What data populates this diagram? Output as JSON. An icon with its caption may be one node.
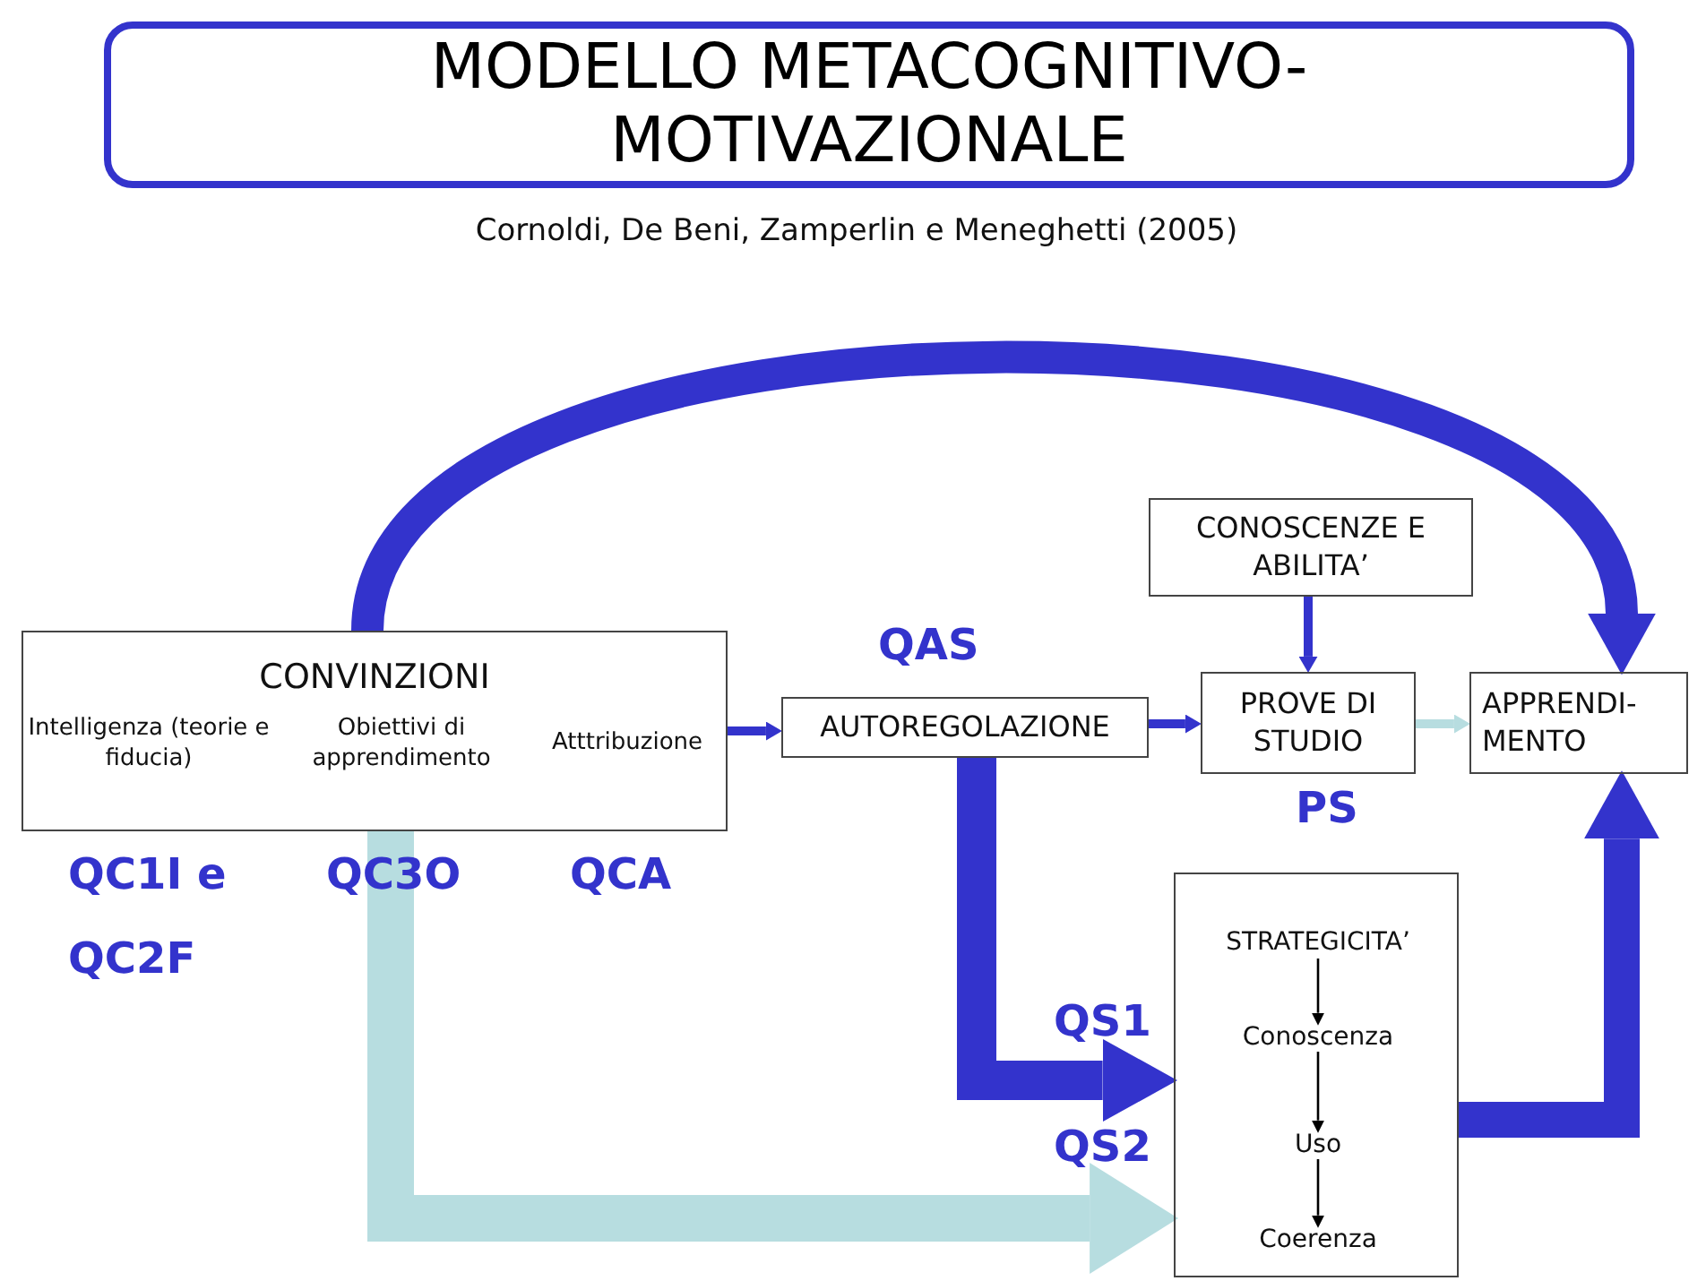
{
  "diagram": {
    "title": "MODELLO METACOGNITIVO-MOTIVAZIONALE",
    "nodes": [
      {
        "text": [
          "CONVINZIONI",
          "Intelligenza (teorie e fiducia)",
          "Obiettivi di apprendimento",
          "Atttribuzione"
        ]
      },
      {
        "text": [
          "AUTOREGOLAZIONE"
        ]
      },
      {
        "text": [
          "CONOSCENZE E ABILITA’"
        ]
      },
      {
        "text": [
          "PROVE DI STUDIO"
        ]
      },
      {
        "text": [
          "APPRENDI- MENTO"
        ]
      },
      {
        "text": [],
        "shape": "box"
      },
      {
        "text": [
          "STRATEGICITA’"
        ],
        "in": 5
      },
      {
        "text": [
          "Conoscenza"
        ],
        "in": 5
      },
      {
        "text": [
          "Uso"
        ],
        "in": 5
      },
      {
        "text": [
          "Coerenza"
        ],
        "in": 5
      }
    ],
    "edges": [
      {
        "from": 0,
        "to": 1,
        "arrow": "to"
      },
      {
        "from": 1,
        "to": 3,
        "arrow": "to"
      },
      {
        "from": 2,
        "to": 3,
        "arrow": "to"
      },
      {
        "from": 3,
        "to": 4,
        "arrow": "to",
        "color": "#b7dde0"
      },
      {
        "from": 0,
        "to": 4,
        "arrow": "to",
        "style": "thick"
      },
      {
        "from": 1,
        "to": 5,
        "arrow": "to",
        "style": "thick"
      },
      {
        "from": 0,
        "to": 5,
        "arrow": "to",
        "style": "thick",
        "color": "#b7dde0"
      },
      {
        "from": 5,
        "to": 4,
        "arrow": "to",
        "style": "thick"
      },
      {
        "from": 6,
        "to": 7,
        "arrow": "to",
        "color": "#000000"
      },
      {
        "from": 7,
        "to": 8,
        "arrow": "to",
        "color": "#000000"
      },
      {
        "from": 8,
        "to": 9,
        "arrow": "to",
        "color": "#000000"
      }
    ],
    "labels": [
      "Cornoldi, De Beni, Zamperlin e Meneghetti (2005)",
      "QAS",
      "QC1I e",
      "QC3O",
      "QCA",
      "PS",
      "QC2F",
      "QS1",
      "QS2"
    ]
  }
}
